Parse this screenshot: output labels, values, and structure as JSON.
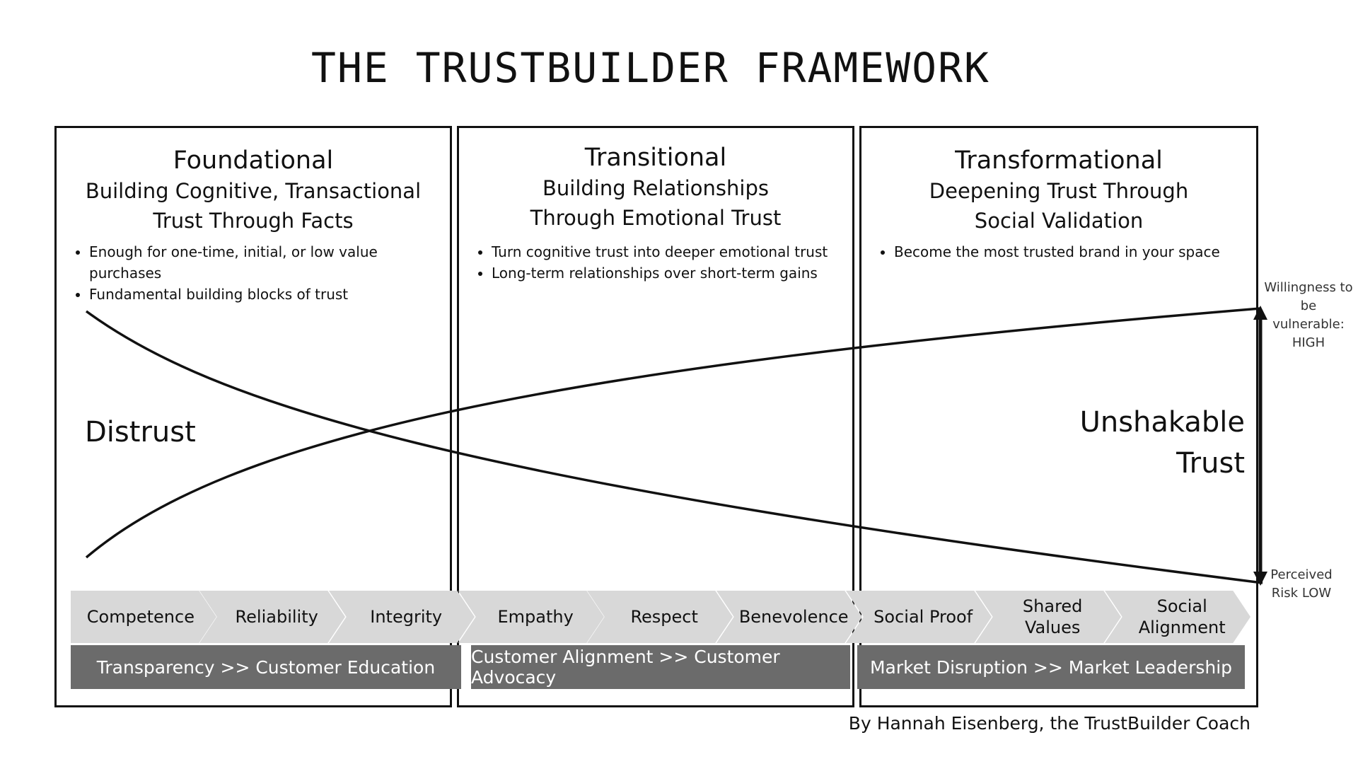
{
  "title": "THE TRUSTBUILDER FRAMEWORK",
  "panels": [
    {
      "phase": "Foundational",
      "subtitle_line1": "Building Cognitive, Transactional",
      "subtitle_line2": "Trust Through Facts",
      "bullets": [
        "Enough for one-time, initial, or low value purchases",
        "Fundamental building blocks of trust"
      ],
      "bar": "Transparency >> Customer Education"
    },
    {
      "phase": "Transitional",
      "subtitle_line1": "Building Relationships",
      "subtitle_line2": "Through Emotional Trust",
      "bullets": [
        "Turn cognitive trust into deeper emotional trust",
        "Long-term relationships over short-term gains"
      ],
      "bar": "Customer Alignment >> Customer Advocacy"
    },
    {
      "phase": "Transformational",
      "subtitle_line1": "Deepening Trust Through",
      "subtitle_line2": "Social Validation",
      "bullets": [
        "Become the most trusted brand in your space"
      ],
      "bar": "Market Disruption >> Market Leadership"
    }
  ],
  "stages": [
    "Competence",
    "Reliability",
    "Integrity",
    "Empathy",
    "Respect",
    "Benevolence",
    "Social Proof",
    "Shared Values",
    "Social Alignment"
  ],
  "labels": {
    "distrust": "Distrust",
    "trust_line1": "Unshakable",
    "trust_line2": "Trust",
    "vulnerable_line1": "Willingness to",
    "vulnerable_line2": "be vulnerable:",
    "vulnerable_line3": "HIGH",
    "risk_line1": "Perceived",
    "risk_line2": "Risk LOW"
  },
  "credit": "By Hannah Eisenberg, the TrustBuilder Coach",
  "colors": {
    "chevron": "#d8d8d8",
    "bar": "#6b6b6b",
    "line": "#111111"
  }
}
